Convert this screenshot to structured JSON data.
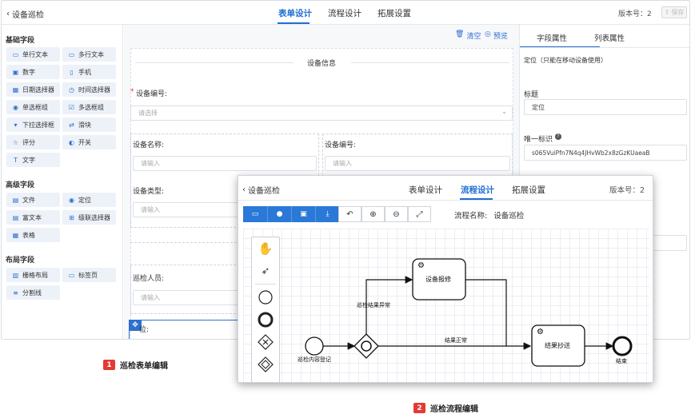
{
  "form_window": {
    "back_label": "设备巡检",
    "tabs": [
      "表单设计",
      "流程设计",
      "拓展设置"
    ],
    "version": "版本号：2",
    "save_label": "保存",
    "left": {
      "basic_title": "基础字段",
      "basic_fields": [
        "单行文本",
        "多行文本",
        "数字",
        "手机",
        "日期选择器",
        "时间选择器",
        "单选框组",
        "多选框组",
        "下拉选择框",
        "滑块",
        "评分",
        "开关",
        "文字"
      ],
      "advanced_title": "高级字段",
      "advanced_fields": [
        "文件",
        "定位",
        "富文本",
        "级联选择器",
        "表格"
      ],
      "layout_title": "布局字段",
      "layout_fields": [
        "栅格布局",
        "标签页",
        "分割线"
      ]
    },
    "canvas": {
      "clear_label": "清空",
      "preview_label": "预览",
      "section_title": "设备信息",
      "required_mark": "*",
      "device_no_label": "设备编号:",
      "device_no_placeholder": "请选择",
      "device_name_label": "设备名称:",
      "device_no_label2": "设备编号:",
      "device_type_label": "设备类型:",
      "inspector_label": "巡检人员:",
      "input_placeholder": "请输入",
      "selected_label": "位:"
    },
    "right": {
      "tabs": [
        "字段属性",
        "列表属性"
      ],
      "hint": "定位（只能在移动设备使用）",
      "title_label": "标题",
      "title_value": "定位",
      "id_label": "唯一标识",
      "id_value": "s065VuiPfn7N4q4JHvWb2x8zGzKUaeaB"
    }
  },
  "flow_window": {
    "back_label": "设备巡检",
    "tabs": [
      "表单设计",
      "流程设计",
      "拓展设置"
    ],
    "version": "版本号：2",
    "process_name_label": "流程名称:",
    "process_name": "设备巡检",
    "nodes": {
      "start": "巡检内容登记",
      "task1": "设备报修",
      "task2": "结果抄送",
      "end": "结束",
      "flow_abnormal": "巡检结果异常",
      "flow_normal": "结果正常"
    }
  },
  "captions": [
    {
      "num": "1",
      "text": "巡检表单编辑"
    },
    {
      "num": "2",
      "text": "巡检流程编辑"
    }
  ],
  "colors": {
    "accent": "#1f6fd1",
    "toolbar": "#2a78d7",
    "caption_badge": "#e53935"
  }
}
